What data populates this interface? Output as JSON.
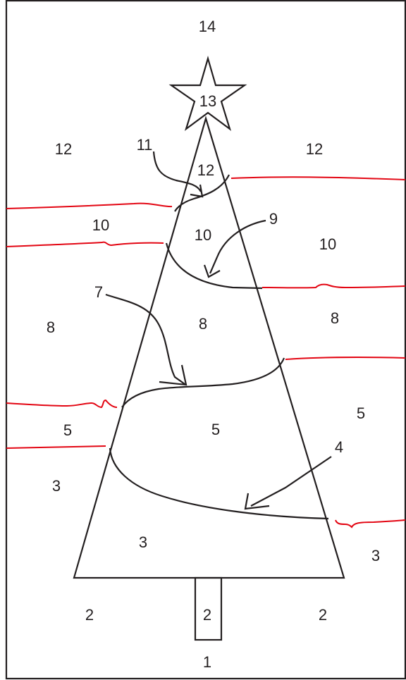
{
  "colors": {
    "ink": "#231f20",
    "region_border": "#e30613",
    "background": "#ffffff"
  },
  "labels": {
    "top": "14",
    "star": "13",
    "upper_left": "12",
    "upper_right": "12",
    "upper_tree": "12",
    "arrow_11": "11",
    "band10_left": "10",
    "band10_tree": "10",
    "band10_right": "10",
    "arrow_9": "9",
    "arrow_7": "7",
    "band8_left": "8",
    "band8_tree": "8",
    "band8_right": "8",
    "band5_right": "5",
    "band5_left": "5",
    "band5_tree": "5",
    "arrow_4": "4",
    "band3_left": "3",
    "band3_tree": "3",
    "band3_right": "3",
    "base_left": "2",
    "trunk": "2",
    "base_right": "2",
    "bottom": "1"
  }
}
